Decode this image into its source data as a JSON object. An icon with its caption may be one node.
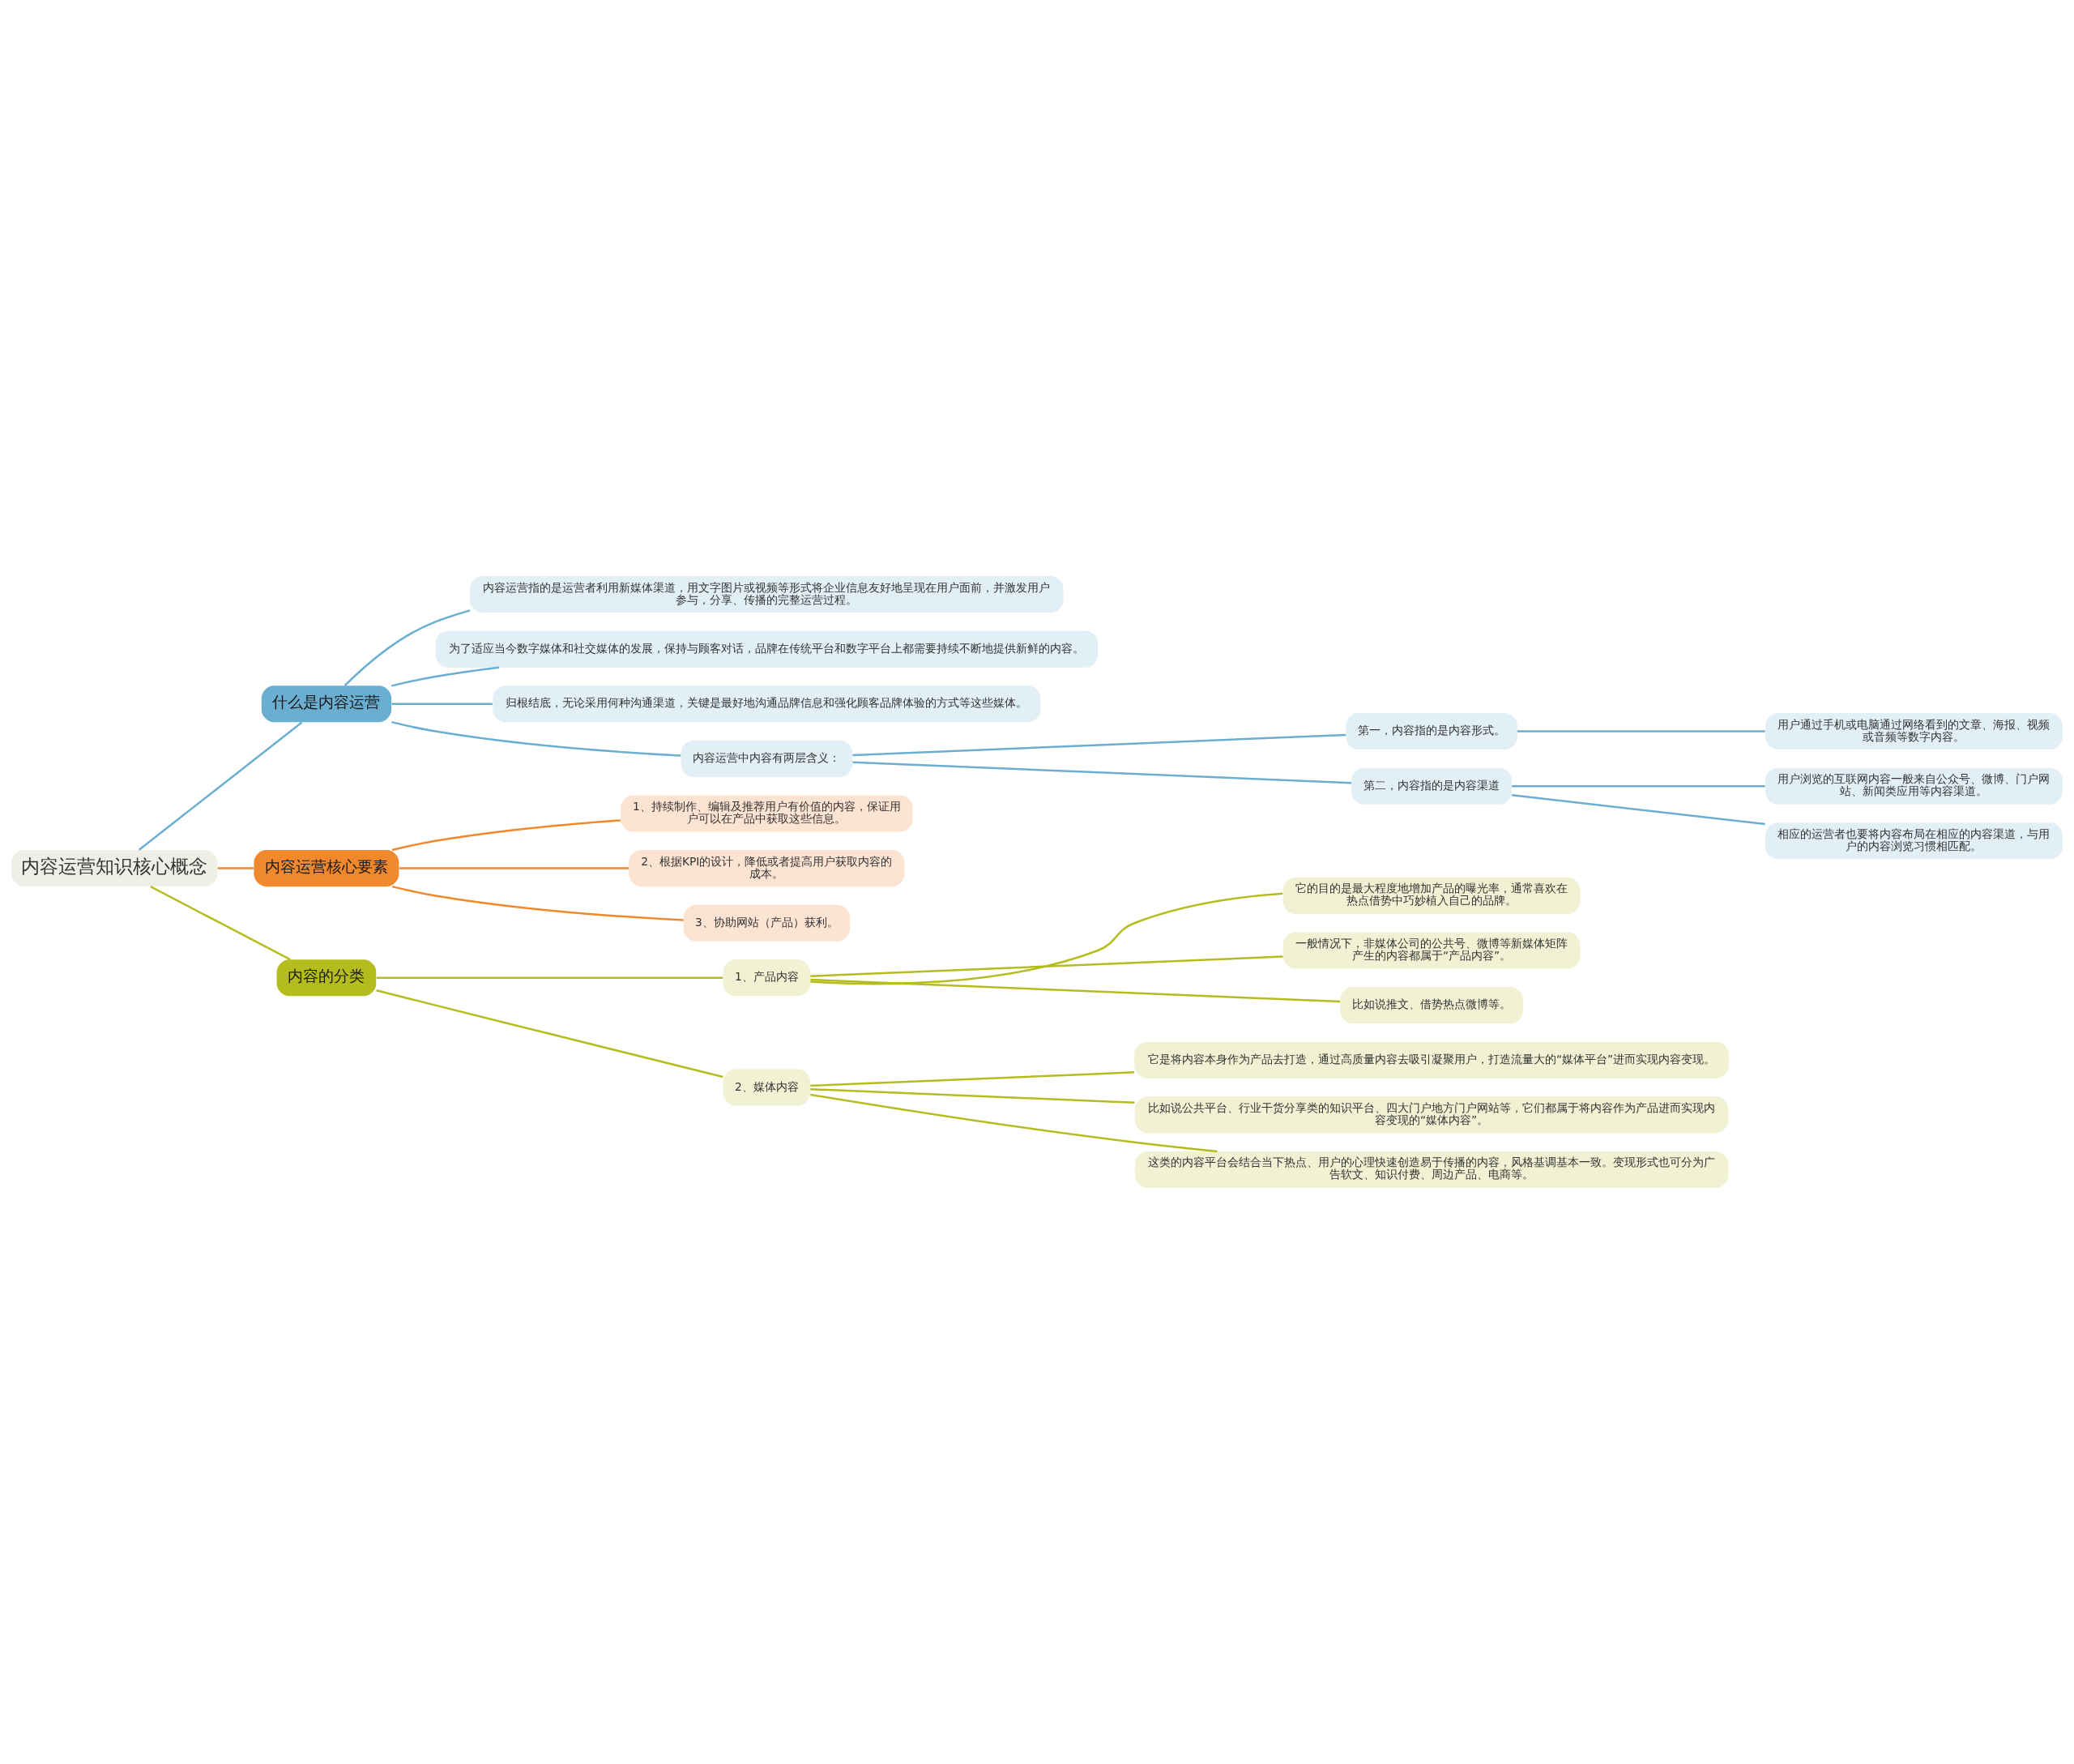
{
  "diagram": {
    "nodes": [
      {
        "text": [
          "内容运营知识核心概念"
        ]
      },
      {
        "text": [
          "什么是内容运营"
        ]
      },
      {
        "text": [
          "内容运营指的是运营者利用新媒体渠道，用文字图片或视频等形式将企业信息友好地呈现在用户面前，并激发用户参与，分享、传播的完整运营过程。"
        ]
      },
      {
        "text": [
          "为了适应当今数字媒体和社交媒体的发展，保持与顾客对话，品牌在传统平台和数字平台上都需要持续不断地提供新鲜的内容。"
        ]
      },
      {
        "text": [
          "归根结底，无论采用何种沟通渠道，关键是最好地沟通品牌信息和强化顾客品牌体验的方式等这些媒体。"
        ]
      },
      {
        "text": [
          "内容运营中内容有两层含义："
        ]
      },
      {
        "text": [
          "第一，内容指的是内容形式。"
        ]
      },
      {
        "text": [
          "用户通过手机或电脑通过网络看到的文章、海报、视频或音频等数字内容。"
        ]
      },
      {
        "text": [
          "第二，内容指的是内容渠道"
        ]
      },
      {
        "text": [
          "用户浏览的互联网内容一般来自公众号、微博、门户网站、新闻类应用等内容渠道。"
        ]
      },
      {
        "text": [
          "相应的运营者也要将内容布局在相应的内容渠道，与用户的内容浏览习惯相匹配。"
        ]
      },
      {
        "text": [
          "内容运营核心要素"
        ]
      },
      {
        "text": [
          "1、持续制作、编辑及推荐用户有价值的内容，保证用户可以在产品中获取这些信息。"
        ]
      },
      {
        "text": [
          "2、根据KPI的设计，降低或者提高用户获取内容的成本。"
        ]
      },
      {
        "text": [
          "3、协助网站（产品）获利。"
        ]
      },
      {
        "text": [
          "内容的分类"
        ]
      },
      {
        "text": [
          "1、产品内容"
        ]
      },
      {
        "text": [
          "它的目的是最大程度地增加产品的曝光率，通常喜欢在热点借势中巧妙植入自己的品牌。"
        ]
      },
      {
        "text": [
          "一般情况下，非媒体公司的公共号、微博等新媒体矩阵产生的内容都属于“产品内容”。"
        ]
      },
      {
        "text": [
          "比如说推文、借势热点微博等。"
        ]
      },
      {
        "text": [
          "2、媒体内容"
        ]
      },
      {
        "text": [
          "它是将内容本身作为产品去打造，通过高质量内容去吸引凝聚用户，打造流量大的“媒体平台”进而实现内容变现。"
        ]
      },
      {
        "text": [
          "比如说公共平台、行业干货分享类的知识平台、四大门户地方门户网站等，它们都属于将内容作为产品进而实现内容变现的“媒体内容”。"
        ]
      },
      {
        "text": [
          "这类的内容平台会结合当下热点、用户的心理快速创造易于传播的内容，风格基调基本一致。变现形式也可分为广告软文、知识付费、周边产品、电商等。"
        ]
      }
    ],
    "edges": [
      {
        "from": 0,
        "to": 1,
        "arrow": "none"
      },
      {
        "from": 1,
        "to": 2,
        "arrow": "none"
      },
      {
        "from": 1,
        "to": 3,
        "arrow": "none"
      },
      {
        "from": 1,
        "to": 4,
        "arrow": "none"
      },
      {
        "from": 1,
        "to": 5,
        "arrow": "none"
      },
      {
        "from": 5,
        "to": 6,
        "arrow": "none"
      },
      {
        "from": 6,
        "to": 7,
        "arrow": "none"
      },
      {
        "from": 5,
        "to": 8,
        "arrow": "none"
      },
      {
        "from": 8,
        "to": 9,
        "arrow": "none"
      },
      {
        "from": 8,
        "to": 10,
        "arrow": "none"
      },
      {
        "from": 0,
        "to": 11,
        "arrow": "none",
        "color": "#f0882d"
      },
      {
        "from": 11,
        "to": 12,
        "arrow": "none",
        "color": "#f0882d"
      },
      {
        "from": 11,
        "to": 13,
        "arrow": "none",
        "color": "#f0882d"
      },
      {
        "from": 11,
        "to": 14,
        "arrow": "none",
        "color": "#f0882d"
      },
      {
        "from": 0,
        "to": 15,
        "arrow": "none",
        "color": "#b5bd1e"
      },
      {
        "from": 15,
        "to": 16,
        "arrow": "none",
        "color": "#b5bd1e"
      },
      {
        "from": 16,
        "to": 17,
        "arrow": "none",
        "color": "#b5bd1e"
      },
      {
        "from": 16,
        "to": 18,
        "arrow": "none",
        "color": "#b5bd1e"
      },
      {
        "from": 16,
        "to": 19,
        "arrow": "none",
        "color": "#b5bd1e"
      },
      {
        "from": 15,
        "to": 20,
        "arrow": "none",
        "color": "#b5bd1e"
      },
      {
        "from": 20,
        "to": 21,
        "arrow": "none",
        "color": "#b5bd1e"
      },
      {
        "from": 20,
        "to": 22,
        "arrow": "none",
        "color": "#b5bd1e"
      },
      {
        "from": 20,
        "to": 23,
        "arrow": "none",
        "color": "#b5bd1e"
      }
    ]
  }
}
